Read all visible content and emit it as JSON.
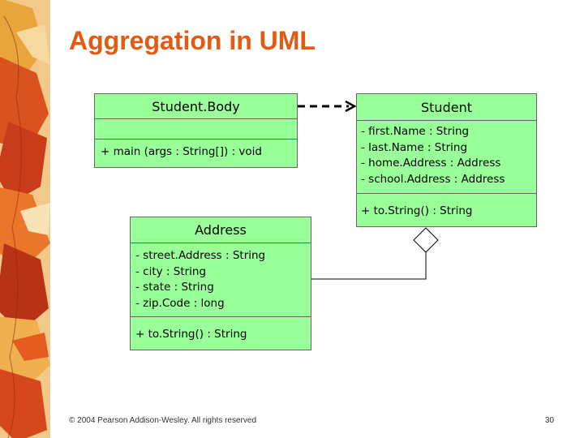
{
  "slide": {
    "title": "Aggregation in UML",
    "footer": "© 2004 Pearson Addison-Wesley. All rights reserved",
    "page_number": "30"
  },
  "classes": {
    "student_body": {
      "name": "Student.Body",
      "attributes": [],
      "methods": [
        "+ main (args : String[]) : void"
      ]
    },
    "student": {
      "name": "Student",
      "attributes": [
        "- first.Name : String",
        "- last.Name : String",
        "- home.Address : Address",
        "- school.Address : Address"
      ],
      "methods": [
        "+ to.String() : String"
      ]
    },
    "address": {
      "name": "Address",
      "attributes": [
        "- street.Address : String",
        "- city : String",
        "- state : String",
        "- zip.Code : long"
      ],
      "methods": [
        "+ to.String() : String"
      ]
    }
  },
  "colors": {
    "title": "#e35a12",
    "class_fill": "#99ff99",
    "class_border": "#666666"
  },
  "relationships": [
    {
      "type": "dependency",
      "from": "Student.Body",
      "to": "Student",
      "style": "dashed-arrow"
    },
    {
      "type": "aggregation",
      "whole": "Student",
      "part": "Address",
      "style": "hollow-diamond"
    }
  ]
}
